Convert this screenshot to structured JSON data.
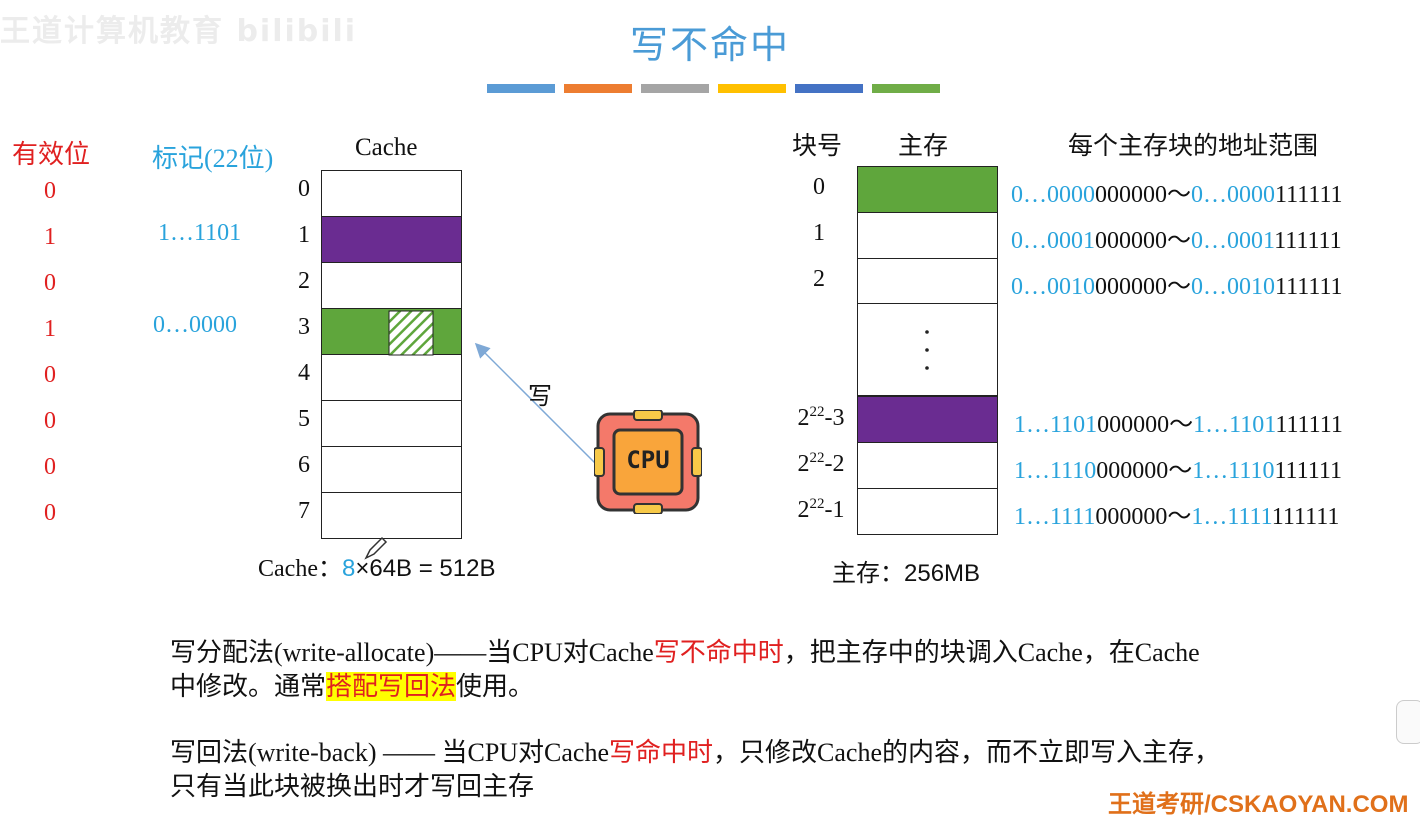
{
  "watermark": "王道计算机教育 bilibili",
  "title": "写不命中",
  "color_bars": [
    "#5b9bd5",
    "#ed7d31",
    "#a5a5a5",
    "#ffc000",
    "#4472c4",
    "#70ad47"
  ],
  "left_headers": {
    "valid": "有效位",
    "tag": "标记(22位)",
    "cache": "Cache"
  },
  "cache_rows": [
    {
      "index": "0",
      "valid": "0",
      "tag": "",
      "fill": "#ffffff"
    },
    {
      "index": "1",
      "valid": "1",
      "tag": "1…1101",
      "fill": "#6a2c91"
    },
    {
      "index": "2",
      "valid": "0",
      "tag": "",
      "fill": "#ffffff"
    },
    {
      "index": "3",
      "valid": "1",
      "tag": "0…0000",
      "fill": "#5fa63c"
    },
    {
      "index": "4",
      "valid": "0",
      "tag": "",
      "fill": "#ffffff"
    },
    {
      "index": "5",
      "valid": "0",
      "tag": "",
      "fill": "#ffffff"
    },
    {
      "index": "6",
      "valid": "0",
      "tag": "",
      "fill": "#ffffff"
    },
    {
      "index": "7",
      "valid": "0",
      "tag": "",
      "fill": "#ffffff"
    }
  ],
  "cache_caption": {
    "prefix": "Cache：",
    "count": "8",
    "rest": "×64B = 512B"
  },
  "write_label": "写",
  "cpu_label": "CPU",
  "right_headers": {
    "block_no": "块号",
    "memory": "主存",
    "addr_range": "每个主存块的地址范围"
  },
  "memory_rows": [
    {
      "block": "0",
      "exp": "",
      "fill": "#5fa63c",
      "a1": "0…0000",
      "a2": "000000～",
      "b1": "0…0000",
      "b2": "111111"
    },
    {
      "block": "1",
      "exp": "",
      "fill": "#ffffff",
      "a1": "0…0001",
      "a2": "000000～",
      "b1": "0…0001",
      "b2": "111111"
    },
    {
      "block": "2",
      "exp": "",
      "fill": "#ffffff",
      "a1": "0…0010",
      "a2": "000000～",
      "b1": "0…0010",
      "b2": "111111"
    },
    {
      "block": "2",
      "exp": "22",
      "suffix": "-3",
      "fill": "#6a2c91",
      "a1": "1…1101",
      "a2": "000000～",
      "b1": "1…1101",
      "b2": "111111"
    },
    {
      "block": "2",
      "exp": "22",
      "suffix": "-2",
      "fill": "#ffffff",
      "a1": "1…1110",
      "a2": "000000～",
      "b1": "1…1110",
      "b2": "111111"
    },
    {
      "block": "2",
      "exp": "22",
      "suffix": "-1",
      "fill": "#ffffff",
      "a1": "1…1111",
      "a2": "000000～",
      "b1": "1…1111",
      "b2": "111111"
    }
  ],
  "memory_caption": {
    "prefix": "主存：",
    "rest": "256MB"
  },
  "paragraph1": {
    "p1": "写分配法(write-allocate)——当CPU对Cache",
    "p2": "写不命中时",
    "p3": "，把主存中的块调入Cache，在Cache",
    "p4": "中修改。通常",
    "p5": "搭配写回法",
    "p6": "使用。"
  },
  "paragraph2": {
    "p1": "写回法(write-back) —— 当CPU对Cache",
    "p2": "写命中时",
    "p3": "，只修改Cache的内容，而不立即写入主存，",
    "p4": "只有当此块被换出时才写回主存"
  },
  "footer_brand": "王道考研/CSKAOYAN.COM"
}
